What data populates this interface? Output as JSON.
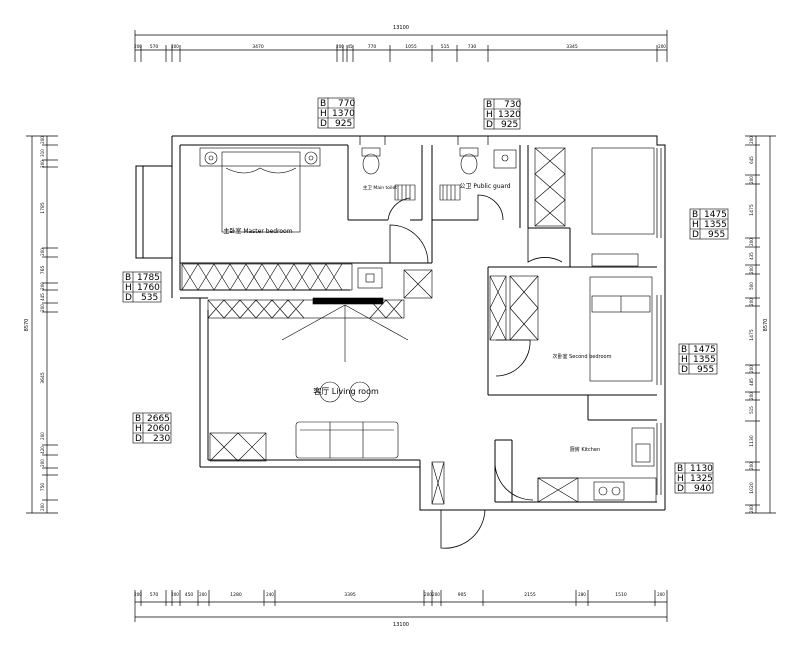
{
  "dimensions": {
    "top_total": "13100",
    "top": [
      "200",
      "570",
      "200",
      "3470",
      "200",
      "45",
      "770",
      "1055",
      "515",
      "730",
      "3345",
      "200"
    ],
    "bottom_total": "13100",
    "bottom": [
      "200",
      "570",
      "200",
      "450",
      "200",
      "1280",
      "240",
      "3395",
      "200",
      "200",
      "905",
      "2155",
      "280",
      "1510",
      "200"
    ],
    "left_total": "8570",
    "left": [
      "200",
      "310",
      "200",
      "1785",
      "200",
      "765",
      "200",
      "445",
      "200",
      "3645",
      "200",
      "420",
      "200",
      "750",
      "200"
    ],
    "right_total": "8570",
    "right": [
      "200",
      "645",
      "200",
      "1475",
      "200",
      "435",
      "200",
      "500",
      "200",
      "1475",
      "200",
      "485",
      "200",
      "515",
      "1130",
      "200",
      "1020",
      "200"
    ]
  },
  "windows": [
    {
      "b": "770",
      "h": "1370",
      "d": "925"
    },
    {
      "b": "730",
      "h": "1320",
      "d": "925"
    },
    {
      "b": "1475",
      "h": "1355",
      "d": "955"
    },
    {
      "b": "1785",
      "h": "1760",
      "d": "535"
    },
    {
      "b": "1475",
      "h": "1355",
      "d": "955"
    },
    {
      "b": "2665",
      "h": "2060",
      "d": "230"
    },
    {
      "b": "1130",
      "h": "1325",
      "d": "940"
    }
  ],
  "window_letters": {
    "b": "B",
    "h": "H",
    "d": "D"
  },
  "rooms": {
    "master_bedroom": "主卧室 Master bedroom",
    "main_toilet": "主卫 Main toilet",
    "public_guard": "公卫 Public guard",
    "second_bedroom": "次卧室 Second bedroom",
    "living_room": "客厅 Living room",
    "kitchen": "厨房 Kitchen"
  }
}
